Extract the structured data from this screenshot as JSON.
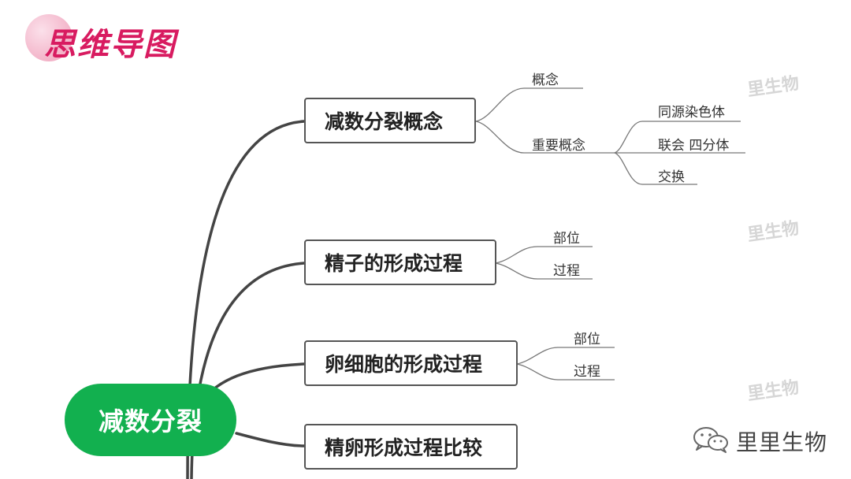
{
  "header": {
    "title": "思维导图"
  },
  "root": {
    "label": "减数分裂"
  },
  "branches": [
    {
      "label": "减数分裂概念"
    },
    {
      "label": "精子的形成过程"
    },
    {
      "label": "卵细胞的形成过程"
    },
    {
      "label": "精卵形成过程比较"
    }
  ],
  "concept": {
    "child1": "概念",
    "child2": "重要概念",
    "sub": [
      "同源染色体",
      "联会 四分体",
      "交换"
    ]
  },
  "sperm": {
    "children": [
      "部位",
      "过程"
    ]
  },
  "egg": {
    "children": [
      "部位",
      "过程"
    ]
  },
  "watermark": "里生物",
  "brand": {
    "label": "里里生物"
  }
}
